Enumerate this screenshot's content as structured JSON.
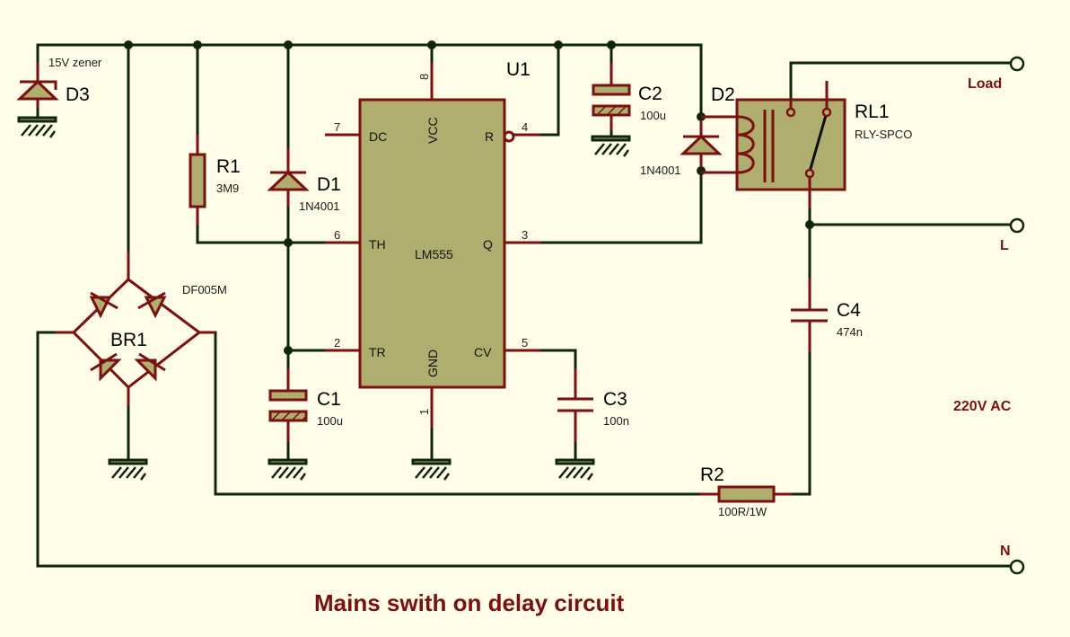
{
  "title": "Mains swith on delay circuit",
  "supply_label": "220V AC",
  "colors": {
    "background": "#fffde8",
    "wire": "#0d260d",
    "component_outline": "#7a1010",
    "component_fill": "#b0ae6e",
    "label_accent": "#7a1010"
  },
  "components": {
    "D3": {
      "ref": "D3",
      "value": "15V zener",
      "type": "zener-diode"
    },
    "R1": {
      "ref": "R1",
      "value": "3M9",
      "type": "resistor"
    },
    "D1": {
      "ref": "D1",
      "value": "1N4001",
      "type": "diode"
    },
    "U1": {
      "ref": "U1",
      "value": "LM555",
      "type": "ic",
      "pins": {
        "p8": {
          "num": "8",
          "name": "VCC"
        },
        "p7": {
          "num": "7",
          "name": "DC"
        },
        "p4": {
          "num": "4",
          "name": "R"
        },
        "p6": {
          "num": "6",
          "name": "TH"
        },
        "p3": {
          "num": "3",
          "name": "Q"
        },
        "p2": {
          "num": "2",
          "name": "TR"
        },
        "p5": {
          "num": "5",
          "name": "CV"
        },
        "p1": {
          "num": "1",
          "name": "GND"
        }
      }
    },
    "C2": {
      "ref": "C2",
      "value": "100u",
      "type": "electrolytic-capacitor"
    },
    "D2": {
      "ref": "D2",
      "value": "1N4001",
      "type": "diode"
    },
    "RL1": {
      "ref": "RL1",
      "value": "RLY-SPCO",
      "type": "relay"
    },
    "BR1": {
      "ref": "BR1",
      "value": "DF005M",
      "type": "bridge-rectifier"
    },
    "C1": {
      "ref": "C1",
      "value": "100u",
      "type": "electrolytic-capacitor"
    },
    "C3": {
      "ref": "C3",
      "value": "100n",
      "type": "capacitor"
    },
    "C4": {
      "ref": "C4",
      "value": "474n",
      "type": "capacitor"
    },
    "R2": {
      "ref": "R2",
      "value": "100R/1W",
      "type": "resistor"
    }
  },
  "terminals": {
    "load": "Load",
    "line": "L",
    "neutral": "N"
  }
}
